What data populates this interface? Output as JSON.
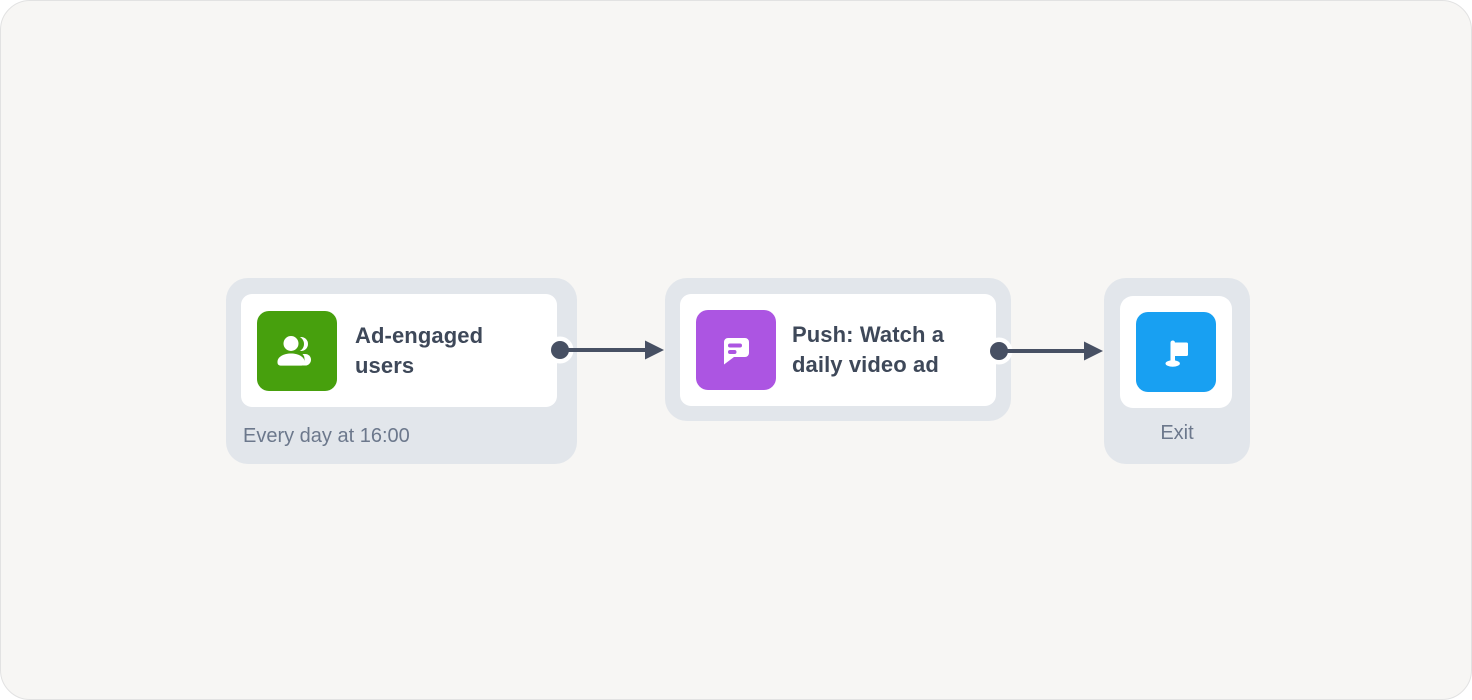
{
  "canvas": {
    "background": "#F7F6F4",
    "border_color": "#E2E2E2"
  },
  "palette": {
    "node_container": "#E2E6EB",
    "card_background": "#FFFFFF",
    "title_text": "#3E4859",
    "muted_text": "#6C788C",
    "connector": "#475063",
    "trigger_green": "#47A00D",
    "push_purple": "#AC55E2",
    "exit_blue": "#18A0F2"
  },
  "nodes": {
    "trigger": {
      "title": "Ad-engaged users",
      "subtitle": "Every day at 16:00",
      "icon": "users-icon",
      "icon_color": "#47A00D"
    },
    "push": {
      "title": "Push: Watch a daily video ad",
      "icon": "chat-message-icon",
      "icon_color": "#AC55E2"
    },
    "exit": {
      "label": "Exit",
      "icon": "flag-icon",
      "icon_color": "#18A0F2"
    }
  }
}
